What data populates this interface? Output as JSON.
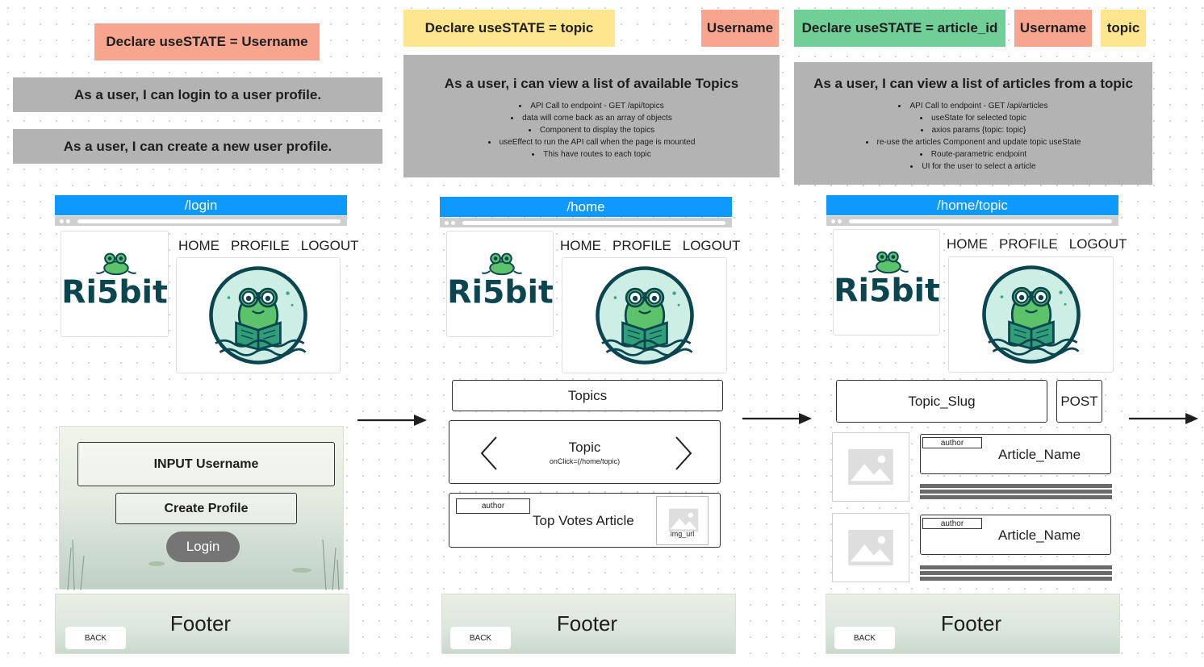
{
  "stickies": {
    "declare_username": "Declare useSTATE = Username",
    "declare_topic": "Declare useSTATE = topic",
    "username_1": "Username",
    "declare_article_id": "Declare useSTATE = article_id",
    "username_2": "Username",
    "topic": "topic"
  },
  "stories": {
    "login": "As a user, I can login to a user profile.",
    "create": "As a user, I can create a new user profile.",
    "topics": {
      "title": "As a user, i can view a list of available Topics",
      "bullets": [
        "API Call to endpoint - GET /api/topics",
        "data will come back as an array of objects",
        "Component to display the topics",
        "useEffect to run the API call when the page is mounted",
        "This have routes to each topic"
      ]
    },
    "articles": {
      "title": "As a user, I can view a list of articles from a topic",
      "bullets": [
        "API Call to endpoint - GET /api/articles",
        "useState for selected topic",
        "axios params  {topic: topic}",
        "re-use the articles Component and update topic useState",
        "Route-parametric endpoint",
        "UI for the user to select a article"
      ]
    }
  },
  "nav": {
    "home": "HOME",
    "profile": "PROFILE",
    "logout": "LOGOUT"
  },
  "logo_text": "Ri5bit",
  "screens": {
    "login": {
      "url": "/login",
      "input_username": "INPUT Username",
      "create_profile": "Create Profile",
      "login_button": "Login"
    },
    "home": {
      "url": "/home",
      "topics": "Topics",
      "topic": "Topic",
      "topic_onclick": "onClick=(/home/topic)",
      "author": "author",
      "top_votes_article": "Top Votes Article",
      "img_url": "img_url"
    },
    "topic": {
      "url": "/home/topic",
      "topic_slug": "Topic_Slug",
      "post": "POST",
      "author_1": "author",
      "article_name_1": "Article_Name",
      "author_2": "author",
      "article_name_2": "Article_Name"
    }
  },
  "footer": {
    "label": "Footer",
    "back": "BACK"
  },
  "colors": {
    "salmon": "#f8a590",
    "yellow": "#fde68e",
    "green": "#6fcf97",
    "story_grey": "#b3b3b3",
    "url_blue": "#0d99ff",
    "logo_teal": "#0b4550",
    "frog_green": "#5cc36b"
  }
}
